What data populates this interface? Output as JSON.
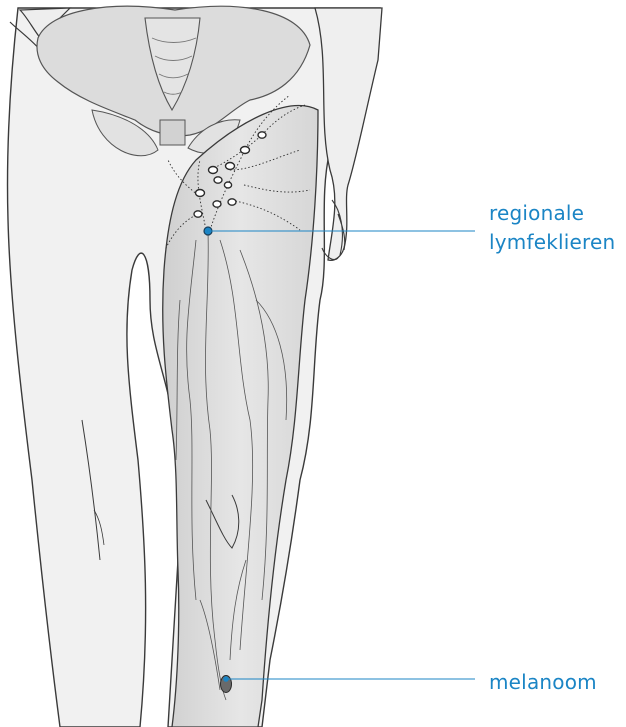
{
  "labels": {
    "lymph_nodes_line1": "regionale",
    "lymph_nodes_line2": "lymfeklieren",
    "melanoma": "melanoom"
  },
  "colors": {
    "accent": "#1b85c5",
    "outline": "#3a3a3a",
    "skin": "#f2f2f2",
    "bone": "#dcdcdc",
    "leg_shade": "#dedede"
  },
  "icons": {
    "lymph_node": "lymph-node-icon",
    "melanoma_spot": "melanoma-spot-icon"
  }
}
